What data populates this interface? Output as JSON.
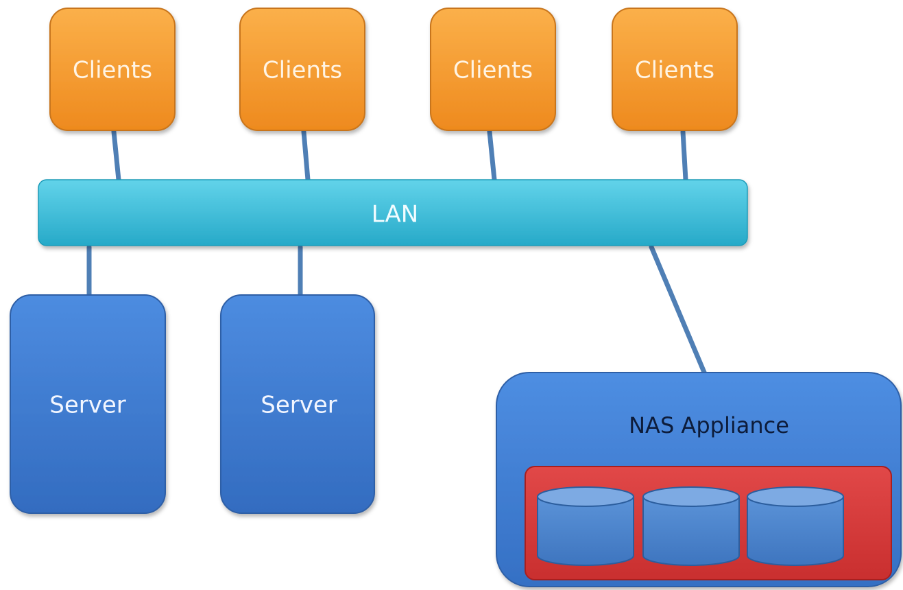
{
  "diagram": {
    "clients": [
      {
        "label": "Clients"
      },
      {
        "label": "Clients"
      },
      {
        "label": "Clients"
      },
      {
        "label": "Clients"
      }
    ],
    "lan": {
      "label": "LAN"
    },
    "servers": [
      {
        "label": "Server"
      },
      {
        "label": "Server"
      }
    ],
    "nas": {
      "label": "NAS Appliance",
      "disk_count": 3
    }
  },
  "colors": {
    "client_fill": "#F39A2C",
    "client_stroke": "#C8741A",
    "lan_fill": "#3EC3DD",
    "server_fill": "#3F7CD0",
    "server_stroke": "#2E5FA6",
    "nas_fill": "#4382D6",
    "disk_array_fill": "#D93A3A",
    "disk_fill": "#4B84CC",
    "connector": "#4F7FB5"
  }
}
